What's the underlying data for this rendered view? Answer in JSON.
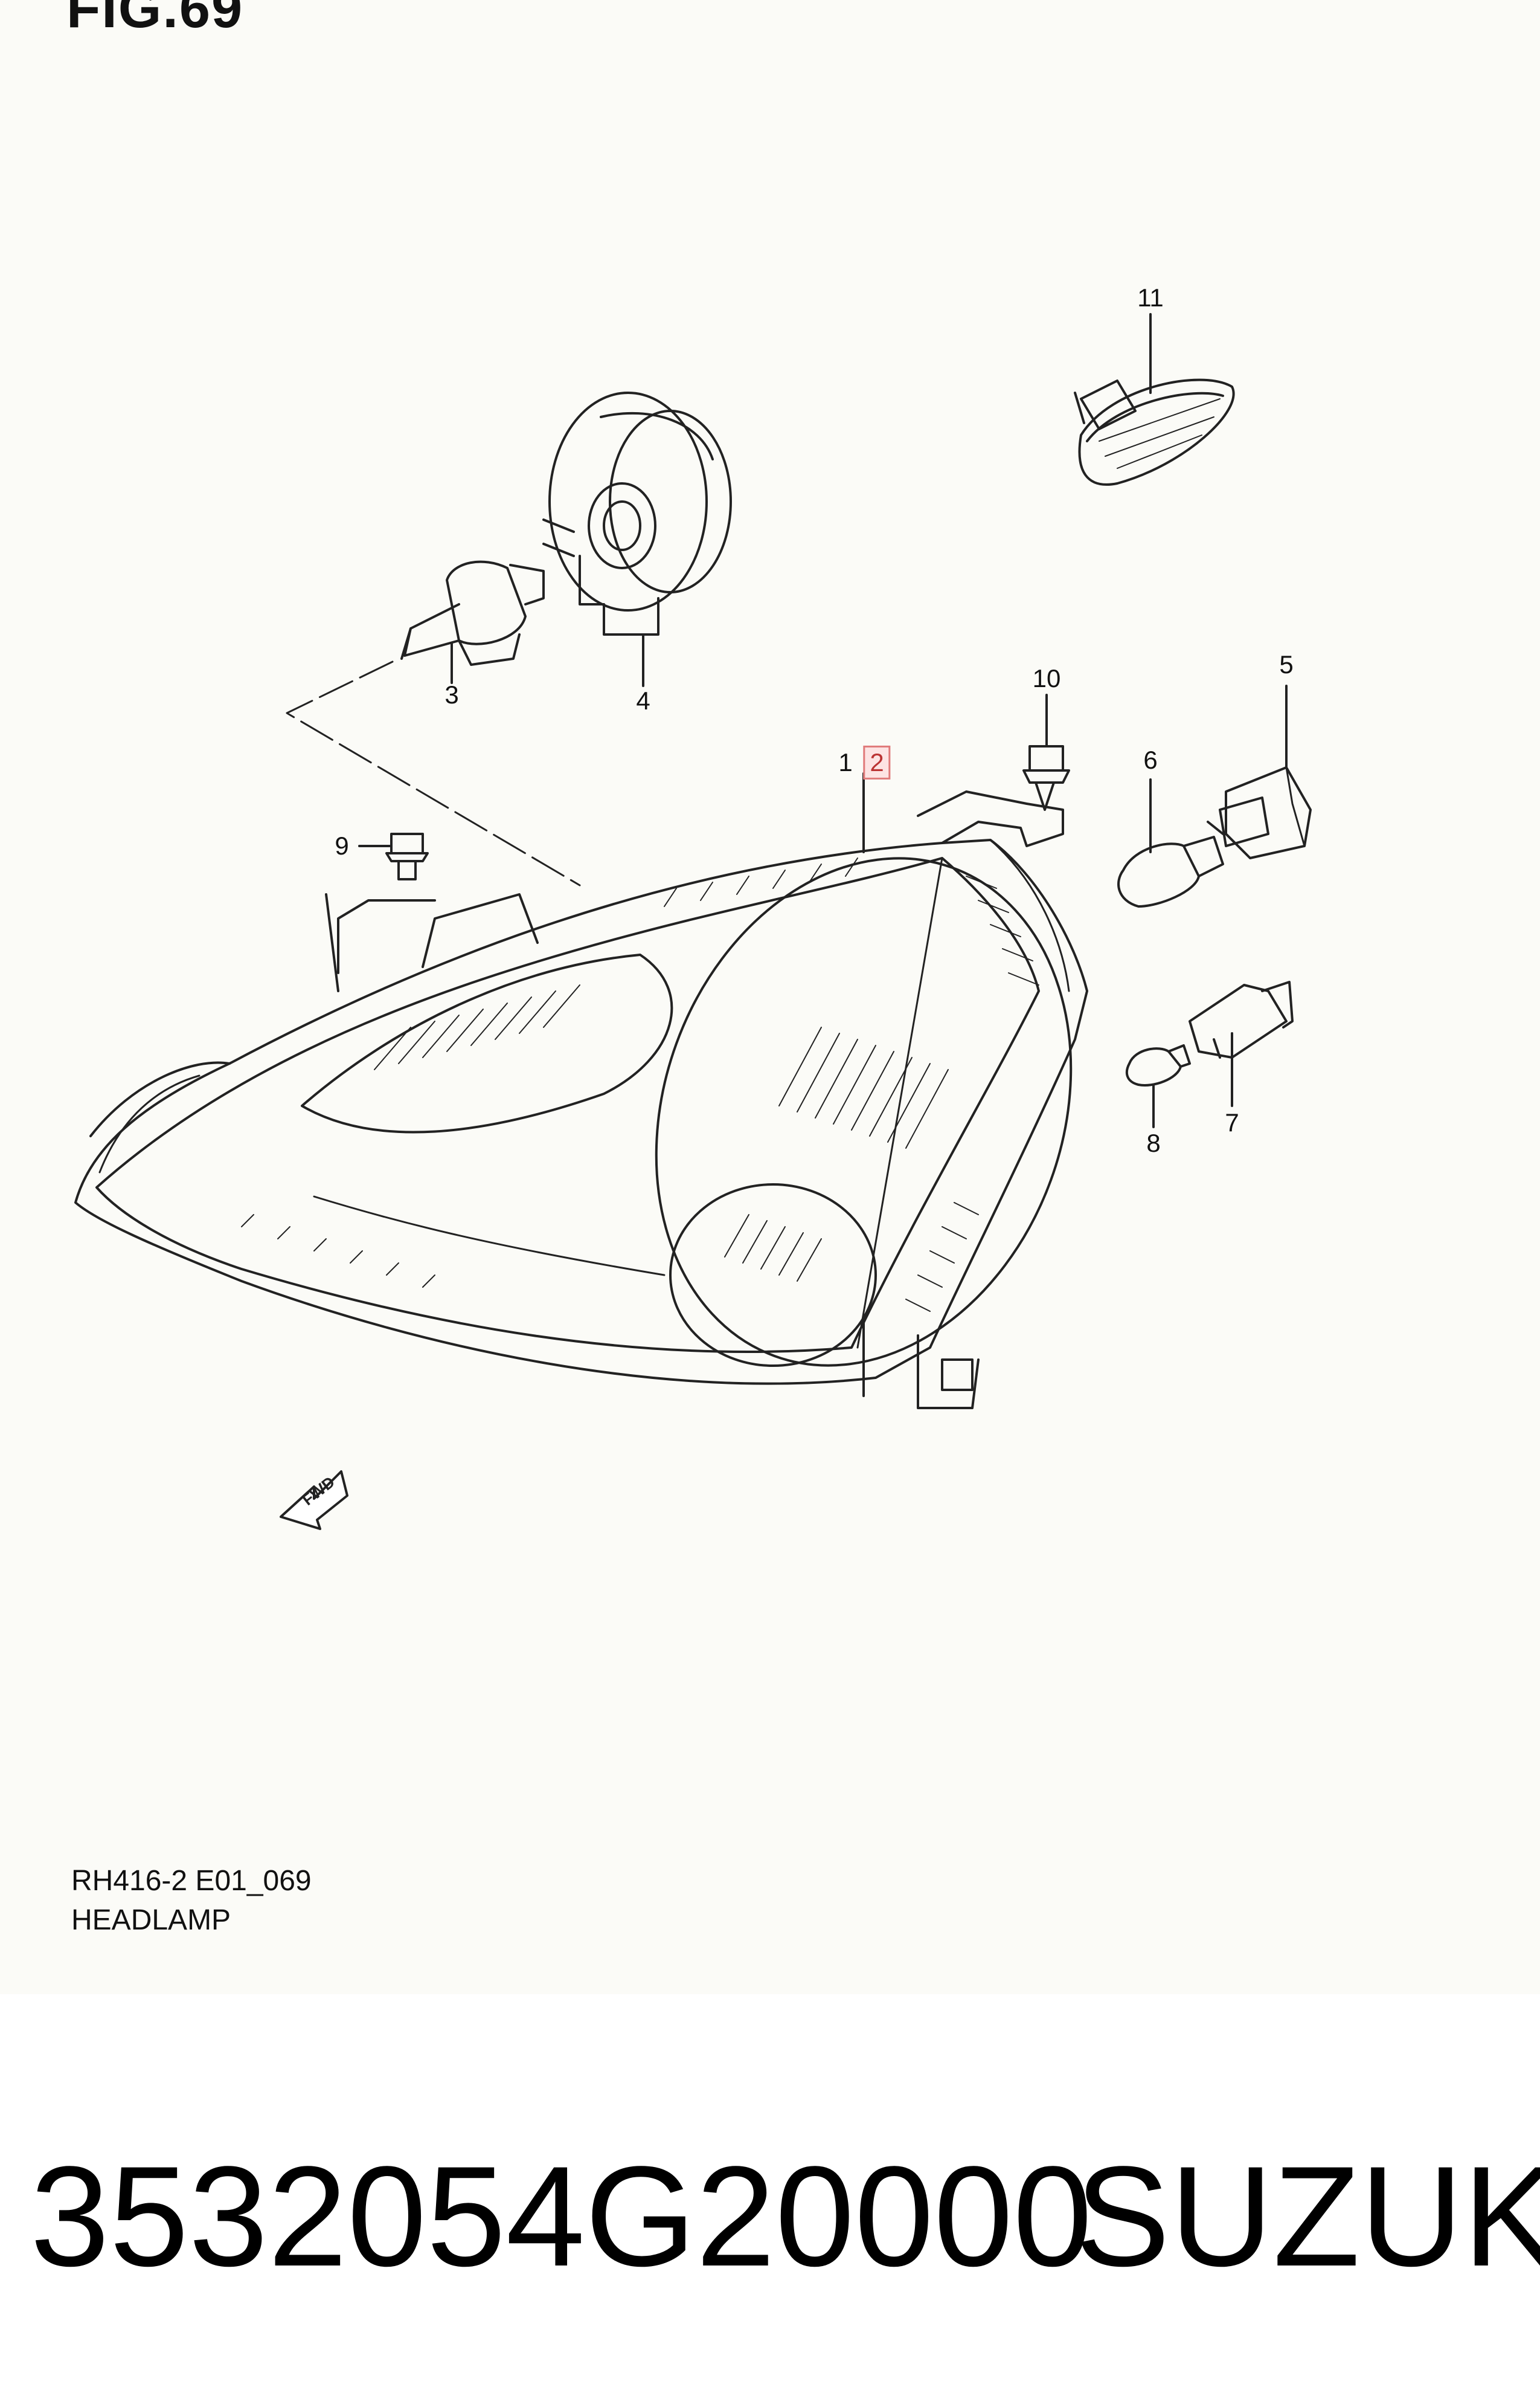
{
  "figure": {
    "title": "FIG.69",
    "code": "RH416-2 E01_069",
    "name": "HEADLAMP"
  },
  "callouts": [
    {
      "id": "11",
      "label": "11"
    },
    {
      "id": "3",
      "label": "3"
    },
    {
      "id": "4",
      "label": "4"
    },
    {
      "id": "10",
      "label": "10"
    },
    {
      "id": "5",
      "label": "5"
    },
    {
      "id": "1",
      "label": "1"
    },
    {
      "id": "2",
      "label": "2"
    },
    {
      "id": "6",
      "label": "6"
    },
    {
      "id": "9",
      "label": "9"
    },
    {
      "id": "8",
      "label": "8"
    },
    {
      "id": "7",
      "label": "7"
    }
  ],
  "forward_arrow": "FWD",
  "part_number": "3532054G20000",
  "brand": "SUZUKI",
  "colors": {
    "highlight_border": "#e07a7a",
    "highlight_fill": "#fde3e3",
    "line": "#222222"
  }
}
